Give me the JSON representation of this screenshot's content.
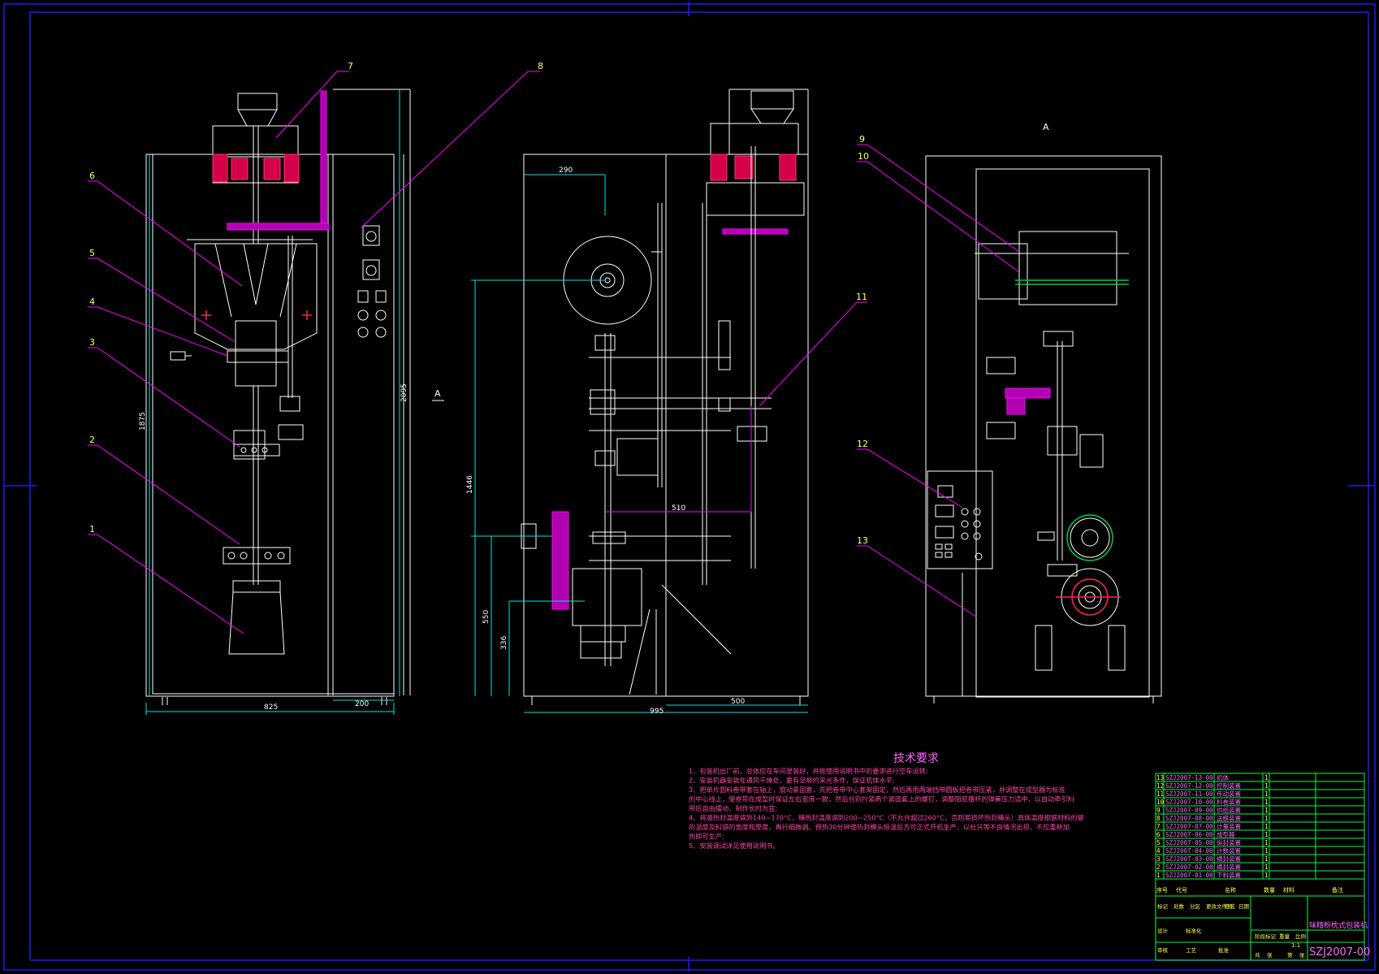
{
  "colors": {
    "background": "#000000",
    "frame": "#1a1aff",
    "outline": "#ffffff",
    "dimension": "#00e5e5",
    "leader": "#ff00ff",
    "highlight": "#d4004a",
    "accent_green": "#00cc44",
    "title_block": "#00ff44",
    "yellow": "#ffff00"
  },
  "views": {
    "section_marker": "A",
    "view_title": "A"
  },
  "callouts": [
    "1",
    "2",
    "3",
    "4",
    "5",
    "6",
    "7",
    "8",
    "9",
    "10",
    "11",
    "12",
    "13"
  ],
  "dimensions": {
    "front_width": "825",
    "front_side_width": "200",
    "front_height_left": "1875",
    "front_height_right": "2095",
    "side_offset": "290",
    "side_height": "1446",
    "side_low": "550",
    "side_lower": "336",
    "side_span": "510",
    "side_width": "995",
    "side_right_width": "500"
  },
  "tech_req": {
    "title": "技术要求",
    "lines": [
      "1、包装机出厂前，总体应在车间里装好，并按使用说明书中的要求进行空车运转;",
      "2、安装机器安装在通风干燥处，要有足够的采光条件，保证机体水平;",
      "3、把单片圆料卷带套在轴上，旋动紧固套，先把卷带中心套架固定，然后再用两端挡带圆板把卷带压紧，并调整在成型器为标准",
      "的中心线上，使卷带在成型时保证左右宽度一致，然后分别拧紧两个紧固套上的螺钉，调整阻尼摆杆的弹簧压力适中，以自动牵引料",
      "带后自由摆动，制作长时为宜;",
      "4、将竖热封温度调到140~170°C，横热封温度调到200~250°C（不允许超过260°C，否则易损坏热封横头）具体温度根据材料的管",
      "的温度及料袋的宽度和厚度，再行细微调。预热30分钟使热封模头恒温后方可正式开机生产，以杜只等不良情况出现，不应重新加",
      "热即可生产;",
      "5、安装调试详见使用说明书。"
    ]
  },
  "parts": [
    {
      "no": "13",
      "code": "SZJ2007-13-00",
      "name": "机体",
      "qty": "1"
    },
    {
      "no": "12",
      "code": "SZJ2007-12-00",
      "name": "控制装置",
      "qty": "1"
    },
    {
      "no": "11",
      "code": "SZJ2007-11-00",
      "name": "传动装置",
      "qty": "1"
    },
    {
      "no": "10",
      "code": "SZJ2007-10-00",
      "name": "料卷装置",
      "qty": "1"
    },
    {
      "no": "9",
      "code": "SZJ2007-09-00",
      "name": "供纸装置",
      "qty": "1"
    },
    {
      "no": "8",
      "code": "SZJ2007-08-00",
      "name": "送膜装置",
      "qty": "1"
    },
    {
      "no": "7",
      "code": "SZJ2007-07-00",
      "name": "计量装置",
      "qty": "1"
    },
    {
      "no": "6",
      "code": "SZJ2007-06-00",
      "name": "成型器",
      "qty": "1"
    },
    {
      "no": "5",
      "code": "SZJ2007-05-00",
      "name": "纵封装置",
      "qty": "1"
    },
    {
      "no": "4",
      "code": "SZJ2007-04-00",
      "name": "计数装置",
      "qty": "1"
    },
    {
      "no": "3",
      "code": "SZJ2007-03-00",
      "name": "横封装置",
      "qty": "1"
    },
    {
      "no": "2",
      "code": "SZJ2007-02-00",
      "name": "横封装置",
      "qty": "1"
    },
    {
      "no": "1",
      "code": "SZJ2007-01-00",
      "name": "下料装置",
      "qty": "1"
    }
  ],
  "parts_header": [
    "序号",
    "代号",
    "名称",
    "数量",
    "材料",
    "备注"
  ],
  "title_block": {
    "product_name": "味精粉枕式包装机",
    "drawing_no": "SZJ2007-00",
    "scale": "1:1",
    "labels": [
      "标记",
      "处数",
      "分区",
      "更改文件号",
      "签名",
      "日期",
      "设计",
      "标准化",
      "审核",
      "工艺",
      "批准",
      "阶段标记",
      "重量",
      "比例",
      "共",
      "张",
      "第",
      "张"
    ]
  }
}
